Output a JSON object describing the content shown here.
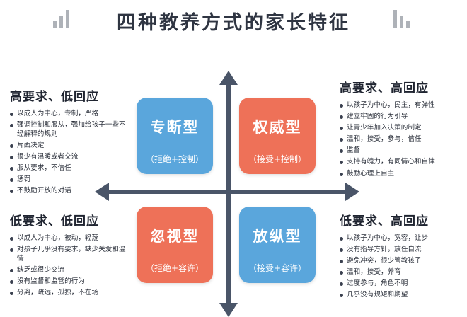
{
  "title": "四种教养方式的家长特征",
  "colors": {
    "blue": "#5aa6dc",
    "red": "#ee7158",
    "axis": "#4a5568"
  },
  "cards": {
    "authoritarian": {
      "name": "专断型",
      "sub": "（拒绝+控制）"
    },
    "authoritative": {
      "name": "权威型",
      "sub": "（接受+控制）"
    },
    "neglectful": {
      "name": "忽视型",
      "sub": "（拒绝+容许）"
    },
    "permissive": {
      "name": "放纵型",
      "sub": "（接受+容许）"
    }
  },
  "quadrants": {
    "top_left": {
      "title": "高要求、低回应",
      "items": [
        "以成人为中心，专制，严格",
        "强调控制和服从，强加给孩子一些不经解释的规则",
        "片面决定",
        "很少有温暖或者交流",
        "服从要求，不信任",
        "惩罚",
        "不鼓励开放的对话"
      ]
    },
    "top_right": {
      "title": "高要求、高回应",
      "items": [
        "以孩子为中心，民主，有弹性",
        "建立牢固的行为引导",
        "让青少年加入决策的制定",
        "温和，接受，参与，信任",
        "监督",
        "支持有魄力，有同情心和自律",
        "鼓励心理上自主"
      ]
    },
    "bottom_left": {
      "title": "低要求、低回应",
      "items": [
        "以成人为中心，被动，轻蔑",
        "对孩子几乎没有要求，缺少关爱和温情",
        "缺乏或很少交流",
        "没有监督和监管的行为",
        "分离，疏远，孤独，不在场"
      ]
    },
    "bottom_right": {
      "title": "低要求、高回应",
      "items": [
        "以孩子为中心，宽容，让步",
        "没有指导方针，放任自流",
        "避免冲突，很少管教孩子",
        "温和，接受，养育",
        "过度参与，角色不明",
        "几乎没有规矩和期望"
      ]
    }
  }
}
